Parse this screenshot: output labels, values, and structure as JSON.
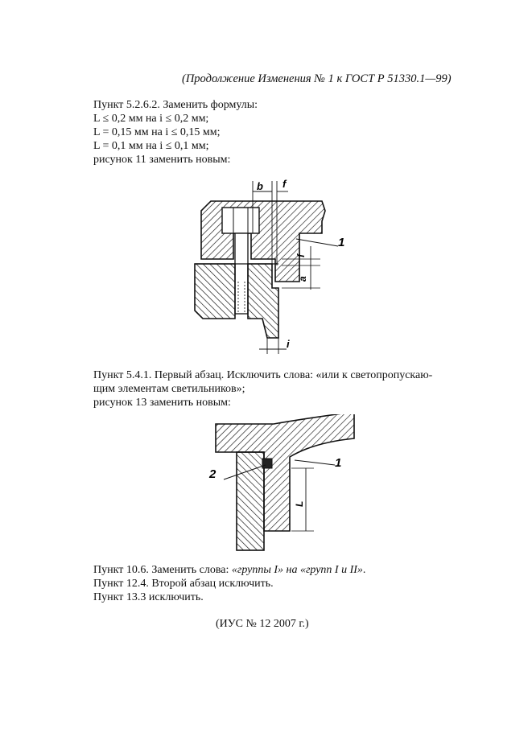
{
  "header": "(Продолжение Изменения № 1 к ГОСТ Р 51330.1—99)",
  "section1": {
    "heading": "Пункт 5.2.6.2. Заменить формулы:",
    "formulas": [
      "L ≤ 0,2 мм на i ≤ 0,2 мм;",
      "L = 0,15 мм на i ≤ 0,15 мм;",
      "L = 0,1 мм на i ≤ 0,1 мм;"
    ],
    "figure_note": "рисунок 11 заменить новым:"
  },
  "figure11": {
    "labels": {
      "b": "b",
      "f": "f",
      "callout": "1",
      "f_side": "f",
      "a": "a",
      "i": "i"
    }
  },
  "section2": {
    "line1": "Пункт 5.4.1. Первый абзац. Исключить слова: «или к светопропускаю-",
    "line2": "щим элементам светильников»;",
    "figure_note": "рисунок 13 заменить новым:"
  },
  "figure13": {
    "labels": {
      "callout1": "1",
      "callout2": "2",
      "L": "L"
    }
  },
  "section3": {
    "l1_pre": "Пункт 10.6. Заменить слова: ",
    "l1_it1": "«группы I» на «групп I и II»",
    "l1_post": ".",
    "l2": "Пункт 12.4. Второй абзац исключить.",
    "l3": "Пункт 13.3 исключить."
  },
  "footer": "(ИУС № 12 2007 г.)"
}
